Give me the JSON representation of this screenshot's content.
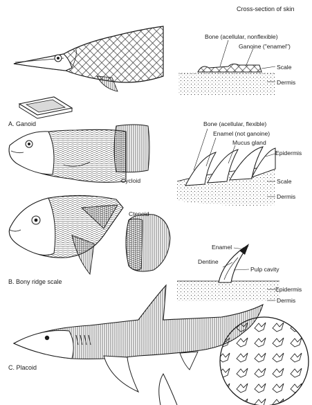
{
  "header": "Cross-section of skin",
  "sections": {
    "ganoid": "A. Ganoid",
    "bony_ridge": "B. Bony ridge scale",
    "placoid": "C. Placoid"
  },
  "fish_labels": {
    "cycloid": "Cycloid",
    "ctenoid": "Ctenoid"
  },
  "ganoid_skin_labels": {
    "bone": "Bone (acellular, nonflexible)",
    "ganoine": "Ganoine (\"enamel\")",
    "scale": "Scale",
    "dermis": "Dermis"
  },
  "bony_skin_labels": {
    "bone": "Bone (acellular, flexible)",
    "enamel": "Enamel (not ganoine)",
    "mucus": "Mucus gland",
    "epidermis": "Epidermis",
    "scale": "Scale",
    "dermis": "Dermis"
  },
  "placoid_skin_labels": {
    "enamel": "Enamel",
    "dentine": "Dentine",
    "pulp": "Pulp cavity",
    "epidermis": "Epidermis",
    "dermis": "Dermis"
  },
  "colors": {
    "ink": "#1a1a1a",
    "paper": "#ffffff",
    "shade": "#8a8a8a"
  }
}
